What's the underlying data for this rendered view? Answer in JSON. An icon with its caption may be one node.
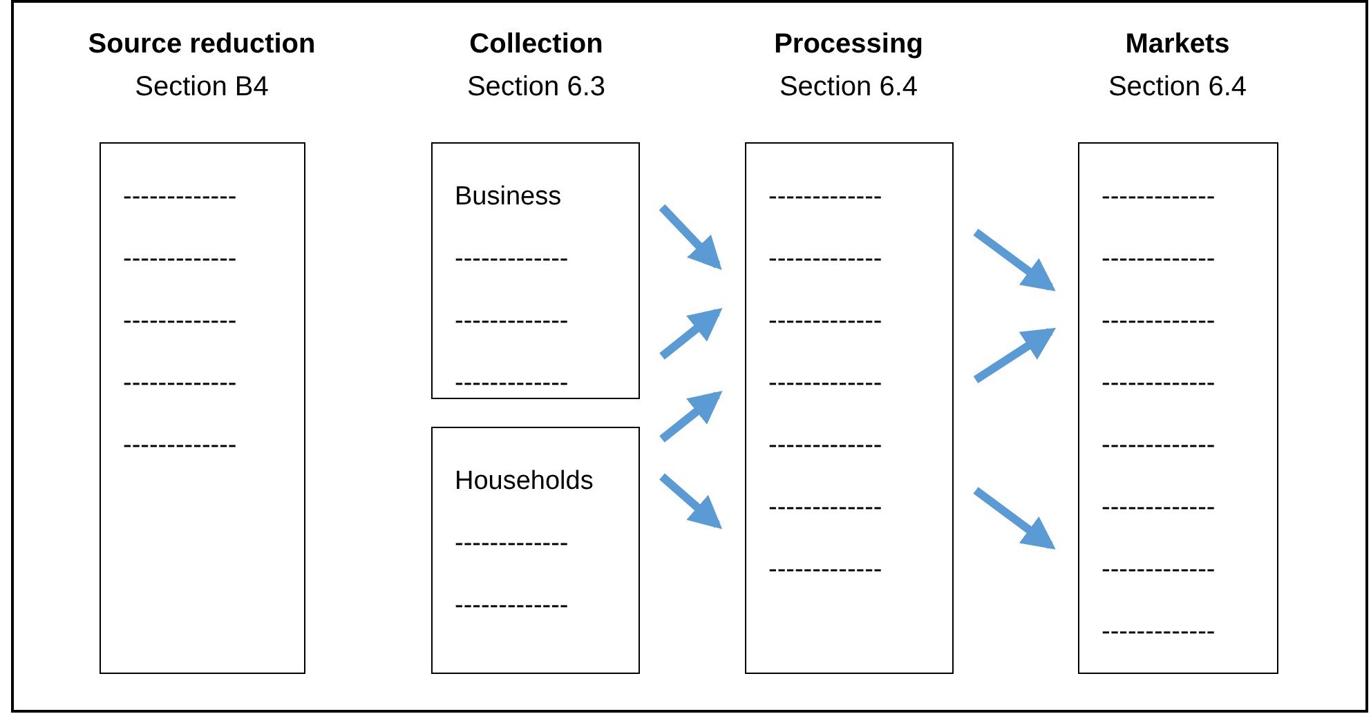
{
  "diagram": {
    "nodes": [
      {
        "text": [
          "-------------",
          "-------------",
          "-------------",
          "-------------",
          "-------------"
        ]
      },
      {
        "text": [
          "Business",
          "-------------",
          "-------------",
          "-------------"
        ]
      },
      {
        "text": [
          "Households",
          "-------------",
          "-------------"
        ]
      },
      {
        "text": [
          "-------------",
          "-------------",
          "-------------",
          "-------------",
          "-------------",
          "-------------",
          "-------------"
        ]
      },
      {
        "text": [
          "-------------",
          "-------------",
          "-------------",
          "-------------",
          "-------------",
          "-------------",
          "-------------",
          "-------------"
        ]
      }
    ],
    "edges": [
      {
        "from": 1,
        "to": 3,
        "arrow": "to"
      },
      {
        "from": 1,
        "to": 3,
        "arrow": "to"
      },
      {
        "from": 2,
        "to": 3,
        "arrow": "to"
      },
      {
        "from": 2,
        "to": 3,
        "arrow": "to"
      },
      {
        "from": 3,
        "to": 4,
        "arrow": "to"
      },
      {
        "from": 3,
        "to": 4,
        "arrow": "to"
      },
      {
        "from": 3,
        "to": 4,
        "arrow": "to"
      }
    ],
    "labels": [
      "Source reduction",
      "Section B4",
      "Collection",
      "Section 6.3",
      "Processing",
      "Section 6.4",
      "Markets",
      "Section 6.4"
    ]
  }
}
